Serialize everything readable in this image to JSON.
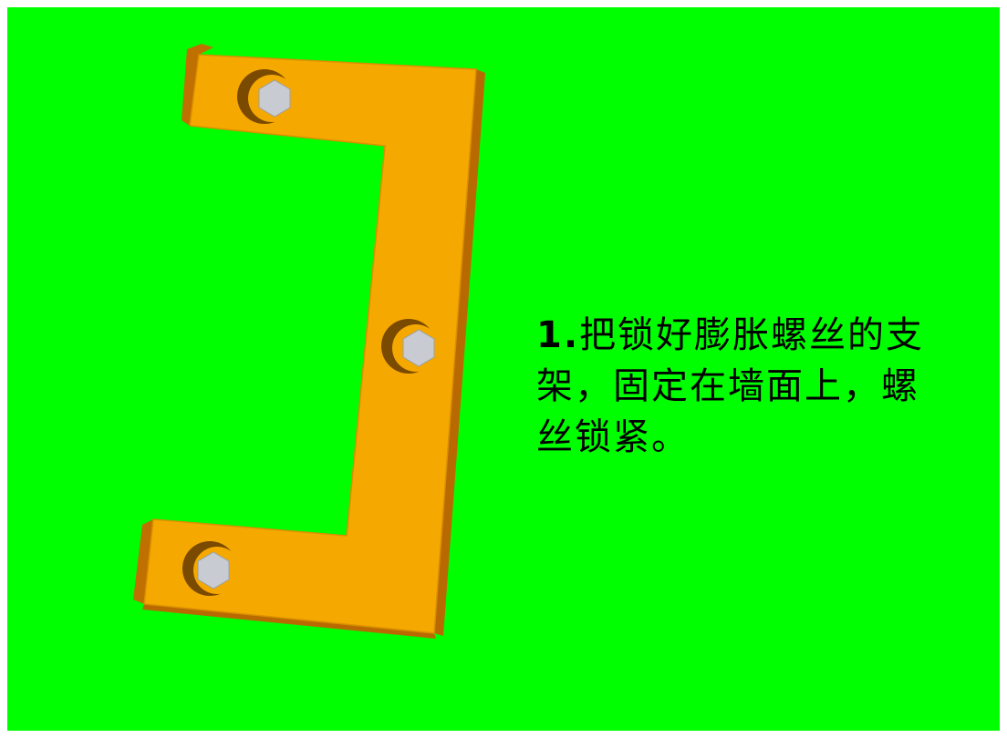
{
  "colors": {
    "background": "#00ff00",
    "bracket_face": "#f5a800",
    "bracket_edge": "#b86a00",
    "bolt": "#c8ccd2"
  },
  "icons": {
    "bracket": "u-shaped-bracket-icon",
    "bolt": "hex-bolt-icon"
  },
  "instruction": {
    "step_number": "1.",
    "line1": "把锁好膨胀螺丝的支",
    "line2": "架，固定在墙面上，螺",
    "line3": "丝锁紧。"
  }
}
